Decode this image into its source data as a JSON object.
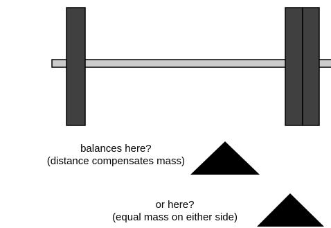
{
  "diagram": {
    "colors": {
      "bar": "#cccccc",
      "plate": "#404040",
      "outline": "#000000",
      "fulcrum": "#000000",
      "background": "#ffffff"
    },
    "left_weight_plates": 1,
    "right_weight_plates": 2,
    "option_a": {
      "line1": "balances here?",
      "line2": "(distance compensates mass)"
    },
    "option_b": {
      "line1": "or here?",
      "line2": "(equal mass on either side)"
    }
  }
}
